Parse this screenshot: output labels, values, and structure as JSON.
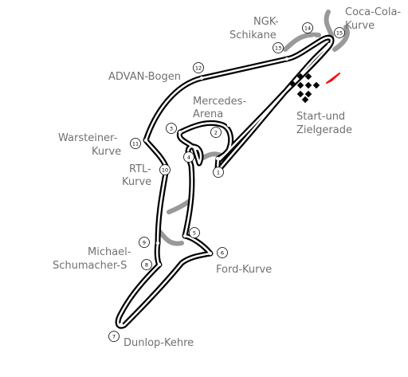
{
  "track": {
    "colors": {
      "track": "#000000",
      "track_inner": "#ffffff",
      "old_sections": "#999999",
      "labels": "#707070",
      "start_marker": "#ff0000"
    },
    "turns": [
      "1",
      "2",
      "3",
      "4",
      "5",
      "6",
      "7",
      "8",
      "9",
      "10",
      "11",
      "12",
      "13",
      "14",
      "15"
    ],
    "labels": {
      "ngk_1": "NGK-",
      "ngk_2": "Schikane",
      "coca_1": "Coca-Cola-",
      "coca_2": "Kurve",
      "advan": "ADVAN-Bogen",
      "mercedes_1": "Mercedes-",
      "mercedes_2": "Arena",
      "start_1": "Start-und",
      "start_2": "Zielgerade",
      "warsteiner_1": "Warsteiner-",
      "warsteiner_2": "Kurve",
      "rtl_1": "RTL-",
      "rtl_2": "Kurve",
      "michael_1": "Michael-",
      "michael_2": "Schumacher-S",
      "ford": "Ford-Kurve",
      "dunlop": "Dunlop-Kehre"
    }
  }
}
